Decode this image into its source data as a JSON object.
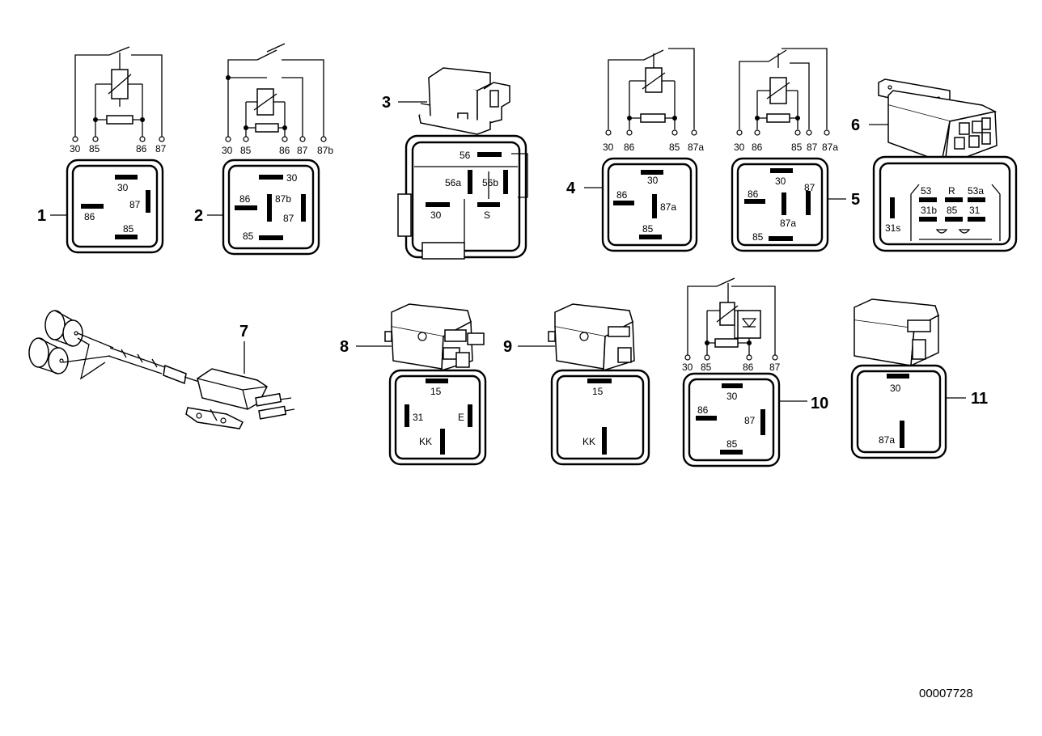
{
  "callouts": [
    "1",
    "2",
    "3",
    "4",
    "5",
    "6",
    "7",
    "8",
    "9",
    "10",
    "11"
  ],
  "doc_number": "00007728",
  "relay1": {
    "schem": [
      "30",
      "85",
      "86",
      "87"
    ],
    "face": {
      "p30": "30",
      "p86": "86",
      "p87": "87",
      "p85": "85"
    }
  },
  "relay2": {
    "schem": [
      "30",
      "85",
      "86",
      "87",
      "87b"
    ],
    "face": {
      "p30": "30",
      "p86": "86",
      "p87b": "87b",
      "p87": "87",
      "p85": "85"
    }
  },
  "relay3": {
    "face": {
      "p56": "56",
      "p56a": "56a",
      "p56b": "56b",
      "p30": "30",
      "pS": "S"
    }
  },
  "relay4": {
    "schem": [
      "30",
      "86",
      "85",
      "87a"
    ],
    "face": {
      "p30": "30",
      "p86": "86",
      "p87a": "87a",
      "p85": "85"
    }
  },
  "relay5": {
    "schem": [
      "30",
      "86",
      "85",
      "87",
      "87a"
    ],
    "face": {
      "p30": "30",
      "p86": "86",
      "p87": "87",
      "p87a": "87a",
      "p85": "85"
    }
  },
  "relay6": {
    "face": {
      "p53": "53",
      "pR": "R",
      "p53a": "53a",
      "p31b": "31b",
      "p85": "85",
      "p31": "31",
      "p31s": "31s"
    }
  },
  "relay8": {
    "face": {
      "p15": "15",
      "p31": "31",
      "pE": "E",
      "pKK": "KK"
    }
  },
  "relay9": {
    "face": {
      "p15": "15",
      "pKK": "KK"
    }
  },
  "relay10": {
    "schem": [
      "30",
      "85",
      "86",
      "87"
    ],
    "face": {
      "p30": "30",
      "p86": "86",
      "p87": "87",
      "p85": "85"
    }
  },
  "relay11": {
    "face": {
      "p30": "30",
      "p87a": "87a"
    }
  }
}
